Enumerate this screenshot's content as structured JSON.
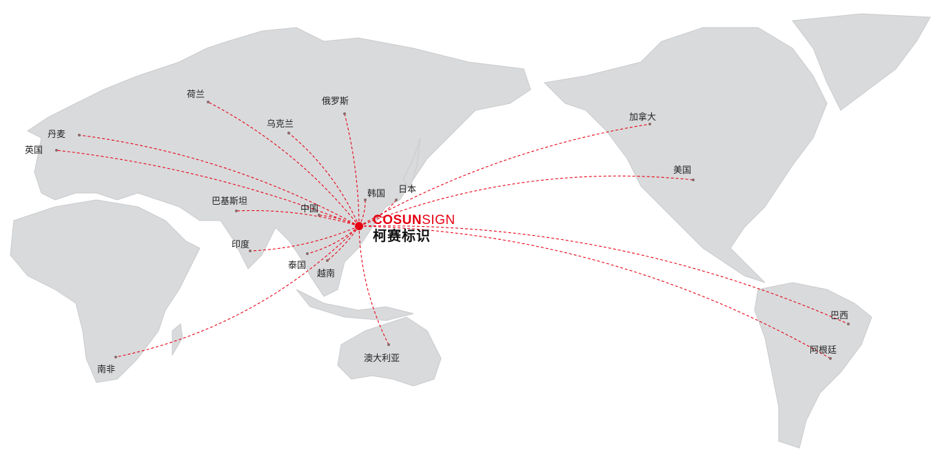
{
  "brand": {
    "name_bold": "COSUN",
    "name_light": "SIGN",
    "name_cn": "柯赛标识",
    "color": "#e60012"
  },
  "hub": "中国",
  "destinations": [
    {
      "id": "netherlands",
      "label": "荷兰"
    },
    {
      "id": "denmark",
      "label": "丹麦"
    },
    {
      "id": "uk",
      "label": "英国"
    },
    {
      "id": "ukraine",
      "label": "乌克兰"
    },
    {
      "id": "russia",
      "label": "俄罗斯"
    },
    {
      "id": "pakistan",
      "label": "巴基斯坦"
    },
    {
      "id": "china",
      "label": "中国"
    },
    {
      "id": "korea",
      "label": "韩国"
    },
    {
      "id": "japan",
      "label": "日本"
    },
    {
      "id": "india",
      "label": "印度"
    },
    {
      "id": "thailand",
      "label": "泰国"
    },
    {
      "id": "vietnam",
      "label": "越南"
    },
    {
      "id": "australia",
      "label": "澳大利亚"
    },
    {
      "id": "south-africa",
      "label": "南非"
    },
    {
      "id": "canada",
      "label": "加拿大"
    },
    {
      "id": "usa",
      "label": "美国"
    },
    {
      "id": "brazil",
      "label": "巴西"
    },
    {
      "id": "argentina",
      "label": "阿根廷"
    }
  ],
  "colors": {
    "land": "#d9dadc",
    "route": "#e60012",
    "dot": "#8a6b6b"
  }
}
